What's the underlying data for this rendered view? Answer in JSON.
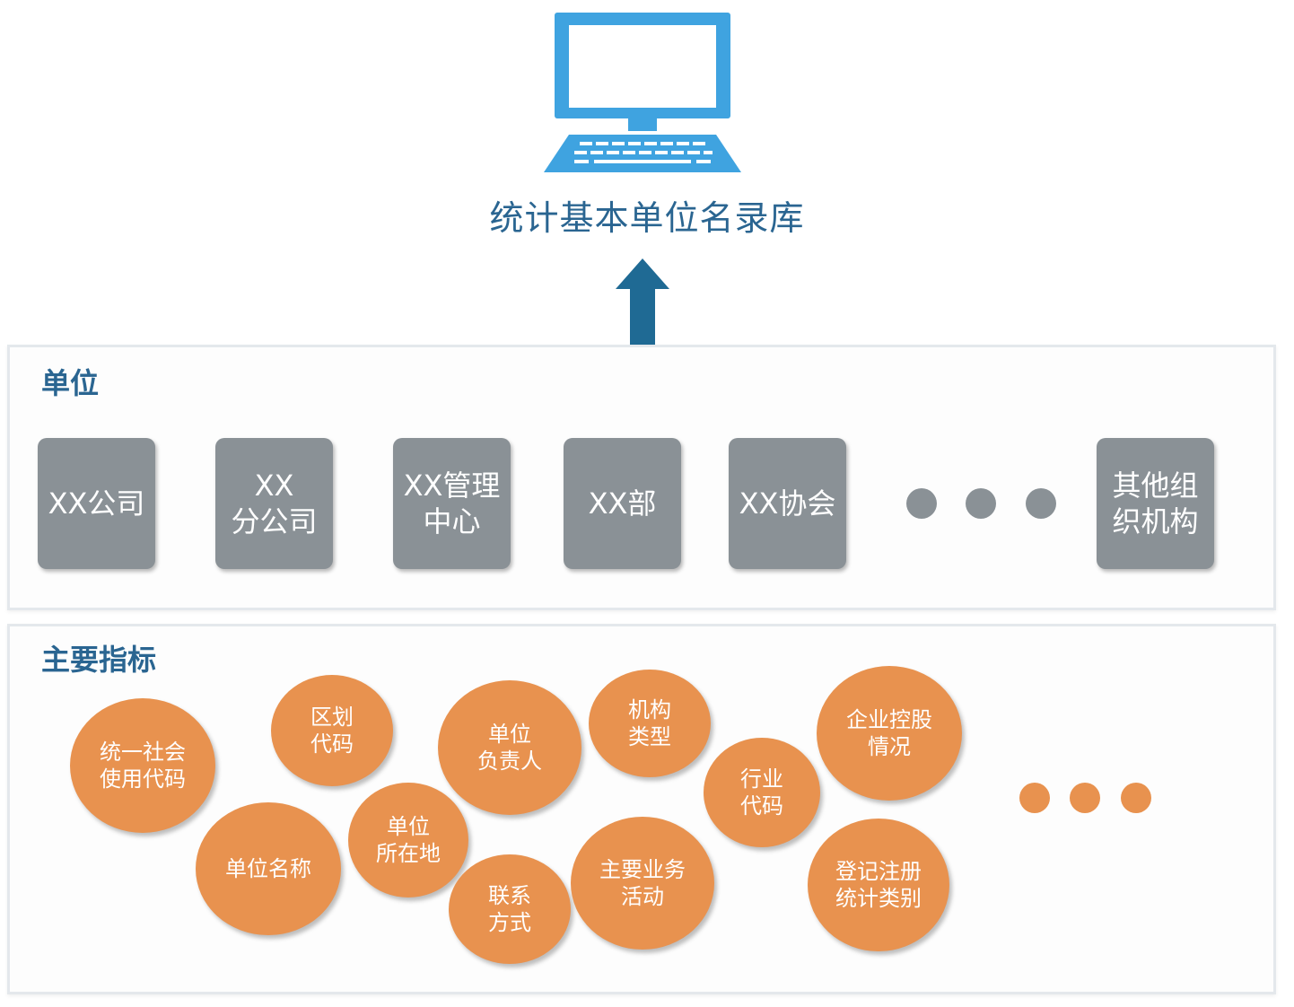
{
  "header": {
    "title": "统计基本单位名录库"
  },
  "units_panel": {
    "title": "单位",
    "boxes": [
      "XX公司",
      "XX\n分公司",
      "XX管理\n中心",
      "XX部",
      "XX协会",
      "其他组\n织机构"
    ]
  },
  "indicators_panel": {
    "title": "主要指标",
    "bubbles": [
      "统一社会\n使用代码",
      "区划\n代码",
      "单位\n负责人",
      "机构\n类型",
      "企业控股\n情况",
      "行业\n代码",
      "单位名称",
      "单位\n所在地",
      "联系\n方式",
      "主要业务\n活动",
      "登记注册\n统计类别"
    ]
  },
  "colors": {
    "accent_blue": "#2a6591",
    "monitor_blue": "#3fa3e0",
    "arrow_blue": "#1f6a94",
    "unit_gray": "#8a9196",
    "bubble_orange": "#e8924f"
  },
  "icons": [
    "computer-icon",
    "up-arrow-icon"
  ]
}
